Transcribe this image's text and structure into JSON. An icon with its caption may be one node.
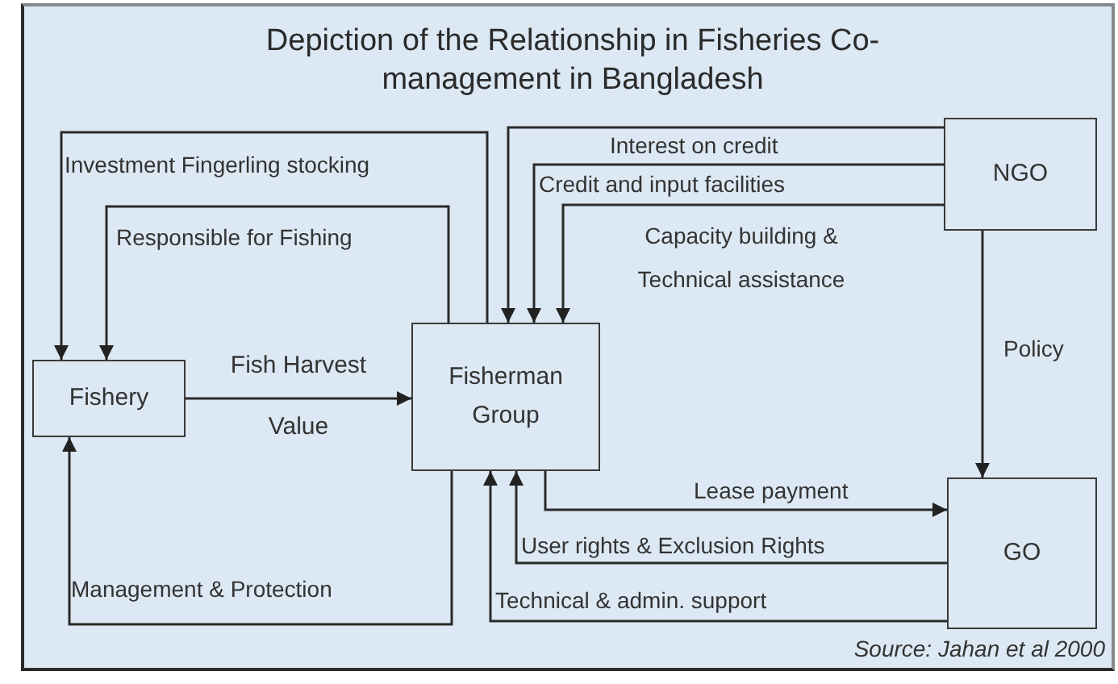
{
  "diagram": {
    "title": "Depiction of the Relationship in Fisheries Co-management in Bangladesh",
    "caption": "Source: Jahan et al 2000",
    "nodes": [
      {
        "text": [
          "Fishery"
        ]
      },
      {
        "text": [
          "Fisherman Group"
        ]
      },
      {
        "text": [
          "NGO"
        ]
      },
      {
        "text": [
          "GO"
        ]
      }
    ],
    "edges": [
      {
        "from": 1,
        "to": 0,
        "arrow": "to",
        "label": "Investment Fingerling stocking"
      },
      {
        "from": 1,
        "to": 0,
        "arrow": "to",
        "label": "Responsible for Fishing"
      },
      {
        "from": 0,
        "to": 1,
        "arrow": "to",
        "label": "Fish Harvest Value"
      },
      {
        "from": 1,
        "to": 0,
        "arrow": "to",
        "label": "Management & Protection"
      },
      {
        "from": 2,
        "to": 1,
        "arrow": "to",
        "label": "Interest on credit"
      },
      {
        "from": 2,
        "to": 1,
        "arrow": "to",
        "label": "Credit and input facilities"
      },
      {
        "from": 2,
        "to": 1,
        "arrow": "to",
        "label": "Capacity building & Technical assistance"
      },
      {
        "from": 2,
        "to": 3,
        "arrow": "to",
        "label": "Policy"
      },
      {
        "from": 1,
        "to": 3,
        "arrow": "to",
        "label": "Lease payment"
      },
      {
        "from": 3,
        "to": 1,
        "arrow": "to",
        "label": "User rights & Exclusion Rights"
      },
      {
        "from": 3,
        "to": 1,
        "arrow": "to",
        "label": "Technical & admin. support"
      }
    ]
  }
}
